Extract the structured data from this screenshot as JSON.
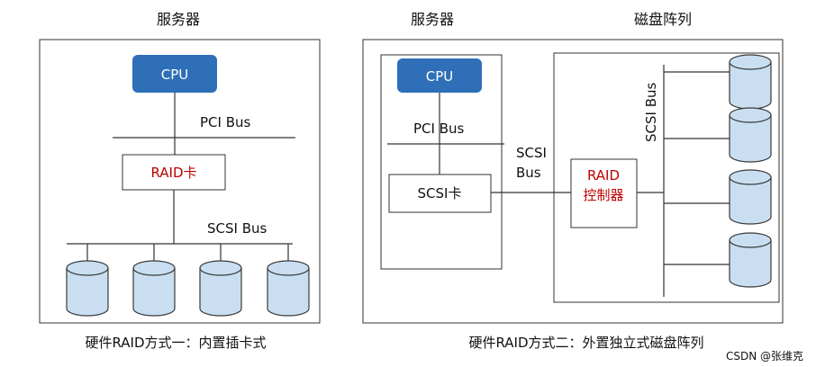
{
  "left": {
    "title": "服务器",
    "cpu": "CPU",
    "pci_bus": "PCI Bus",
    "raid_card": "RAID卡",
    "scsi_bus": "SCSI Bus",
    "caption": "硬件RAID方式一：内置插卡式"
  },
  "right": {
    "server_title": "服务器",
    "array_title": "磁盘阵列",
    "cpu": "CPU",
    "pci_bus": "PCI Bus",
    "scsi_card": "SCSI卡",
    "scsi_bus_line1": "SCSI",
    "scsi_bus_line2": "Bus",
    "raid_ctrl_line1": "RAID",
    "raid_ctrl_line2": "控制器",
    "vertical_bus": "SCSI Bus",
    "caption": "硬件RAID方式二：外置独立式磁盘阵列"
  },
  "watermark": "CSDN @张维克",
  "colors": {
    "cpu_fill": "#2e6fb7",
    "disk_fill": "#c9dff1",
    "disk_stroke": "#3a3a3a",
    "raid_text": "#c00000",
    "line": "#333333"
  }
}
